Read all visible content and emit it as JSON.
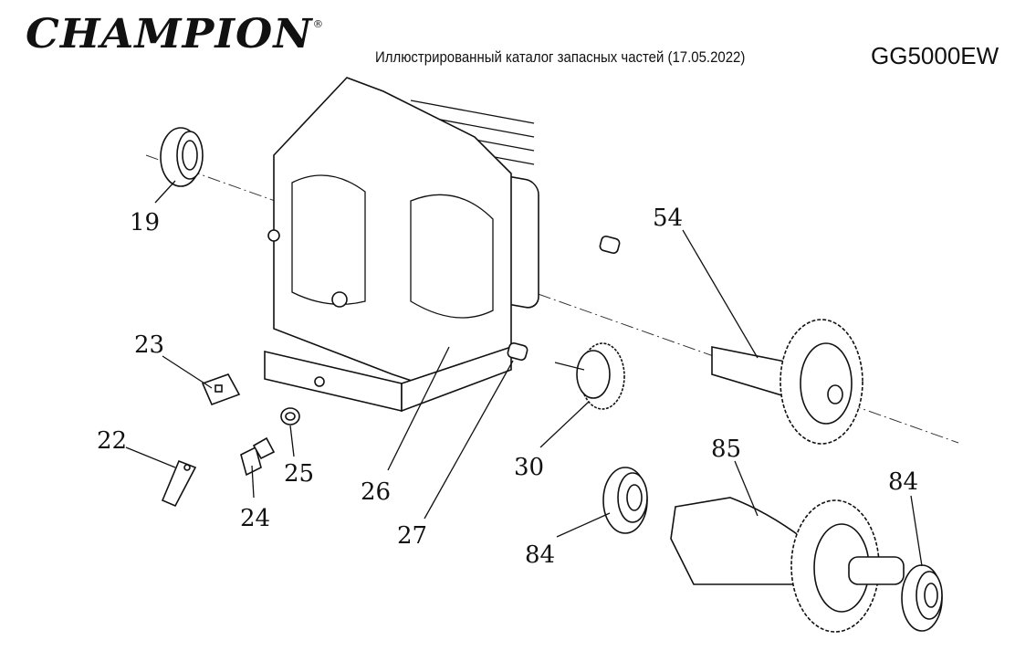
{
  "header": {
    "brand": "CHAMPION",
    "registered_mark": "®",
    "subtitle": "Иллюстрированный каталог запасных частей (17.05.2022)",
    "model": "GG5000EW"
  },
  "diagram": {
    "callouts": {
      "p19": "19",
      "p22": "22",
      "p23": "23",
      "p24": "24",
      "p25": "25",
      "p26": "26",
      "p27": "27",
      "p30": "30",
      "p54": "54",
      "p84a": "84",
      "p84b": "84",
      "p85": "85"
    }
  }
}
